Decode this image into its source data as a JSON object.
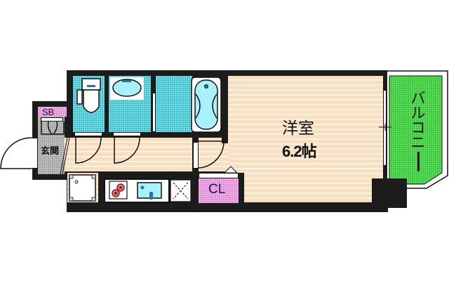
{
  "floorplan": {
    "rooms": {
      "western_room": {
        "name": "洋室",
        "size": "6.2帖"
      },
      "balcony": {
        "name": "バルコニー",
        "chars": [
          "バ",
          "ル",
          "コ",
          "ニ",
          "ー"
        ]
      },
      "closet": {
        "name": "CL"
      },
      "shoe_box": {
        "name": "SB"
      },
      "entrance": {
        "name": "玄関"
      }
    },
    "fixtures": [
      "toilet",
      "washbasin",
      "bathtub",
      "washing-machine-space",
      "stove",
      "sink",
      "refrigerator-space"
    ],
    "colors": {
      "wall": "#1c1c1c",
      "floor": "#f7dfbf",
      "wet_area": "#36c1cf",
      "closet": "#e08ad8",
      "balcony": "#3ccc3c",
      "entrance": "#9e9e9e"
    }
  }
}
